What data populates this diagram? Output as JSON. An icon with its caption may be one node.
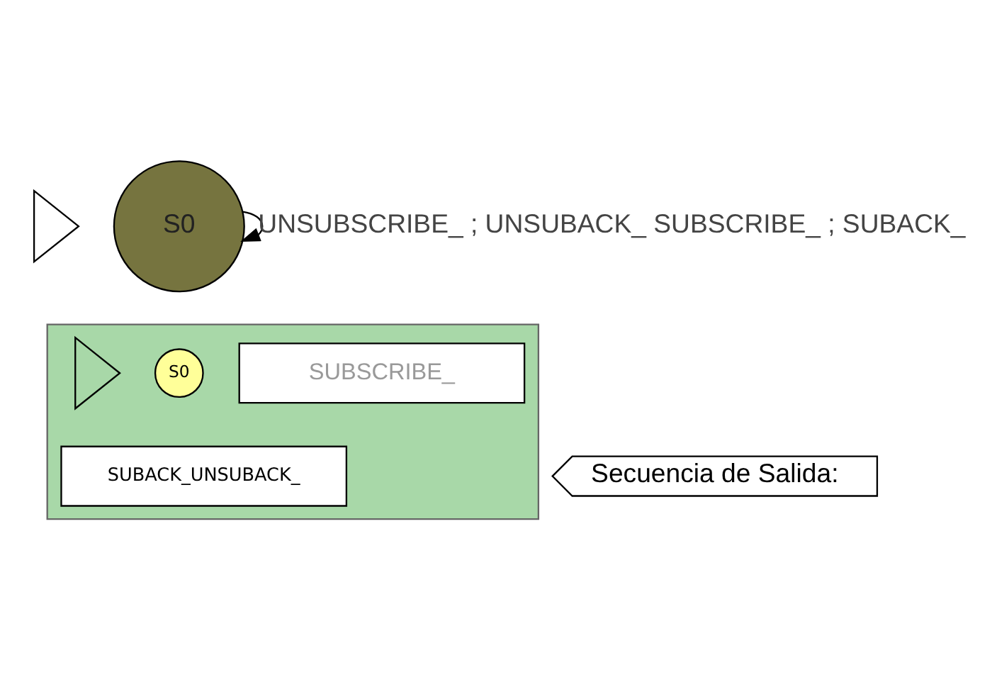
{
  "diagram": {
    "nodes": [
      {
        "text": [],
        "shape": "triangle"
      },
      {
        "text": [
          "S0"
        ]
      },
      {
        "text": [],
        "shape": "box"
      },
      {
        "text": [],
        "shape": "triangle",
        "in": 2
      },
      {
        "text": [
          "S0"
        ],
        "in": 2
      },
      {
        "text": [
          "SUBSCRIBE_"
        ],
        "in": 2
      },
      {
        "text": [
          "SUBACK_UNSUBACK_"
        ],
        "in": 2
      },
      {
        "text": [
          "Secuencia de Salida:"
        ]
      }
    ],
    "edges": [
      {
        "from": 1,
        "to": 1,
        "arrow": "to",
        "label": "UNSUBSCRIBE_ ; UNSUBACK_ SUBSCRIBE_ ; SUBACK_"
      }
    ]
  }
}
